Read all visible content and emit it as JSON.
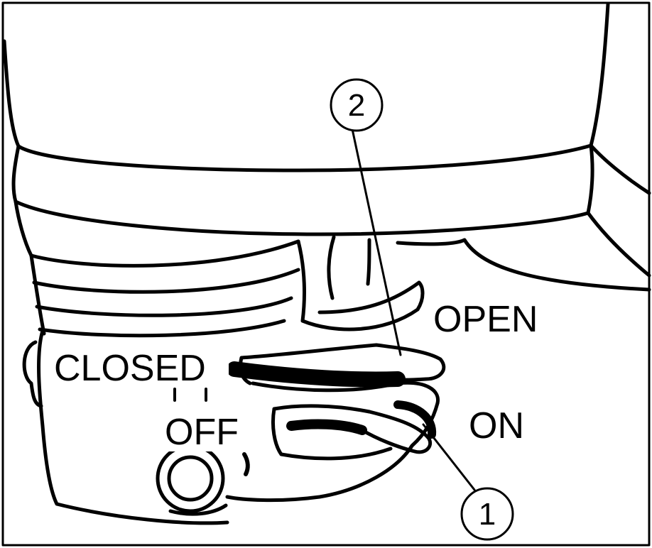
{
  "labels": {
    "open": "OPEN",
    "closed": "CLOSED",
    "on": "ON",
    "off": "OFF"
  },
  "callouts": {
    "one": "1",
    "two": "2"
  },
  "colors": {
    "ink": "#000000",
    "paper": "#ffffff"
  }
}
